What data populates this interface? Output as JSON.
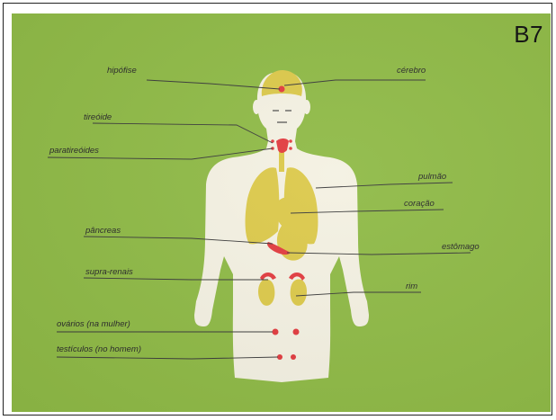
{
  "figure_tag": "B7",
  "labels": {
    "hipofise": "hipófise",
    "cerebro": "cérebro",
    "tireoide": "tireóide",
    "paratireoides": "paratireóides",
    "pulmao": "pulmão",
    "coracao": "coração",
    "pancreas": "pâncreas",
    "estomago": "estômago",
    "suprarrenais": "supra-renais",
    "rim": "rim",
    "ovarios": "ovários (na mulher)",
    "testiculos": "testículos (no homem)"
  },
  "colors": {
    "background": "#8fba46",
    "body": "#f4f1e2",
    "organ": "#dcc94a",
    "gland": "#e23b3f",
    "line": "#3a3a3a"
  }
}
